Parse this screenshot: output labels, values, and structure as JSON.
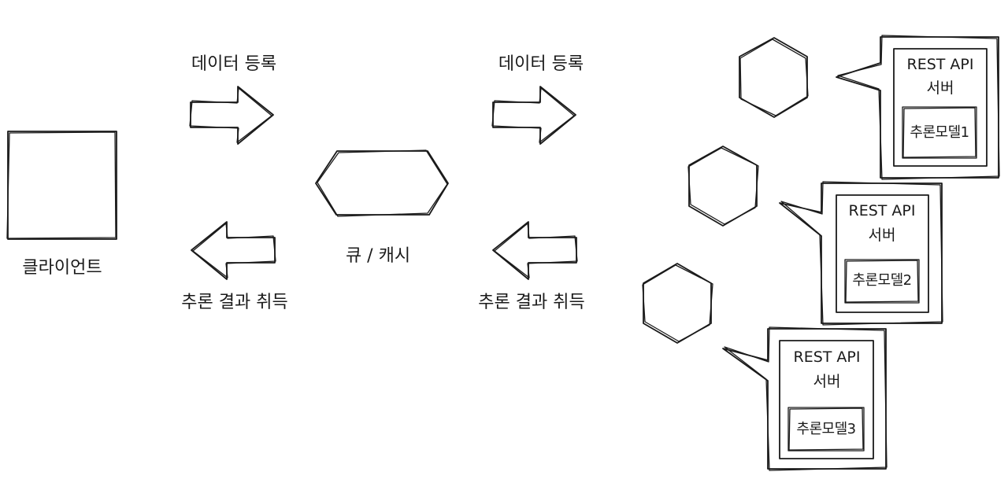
{
  "client": {
    "label": "클라이언트"
  },
  "queue": {
    "label": "큐 / 캐시"
  },
  "arrows": {
    "register_left": "데이터 등록",
    "register_right": "데이터 등록",
    "fetch_left": "추론 결과 취득",
    "fetch_right": "추론 결과 취득"
  },
  "servers": [
    {
      "title": "REST API",
      "subtitle": "서버",
      "model": "추론모델1"
    },
    {
      "title": "REST API",
      "subtitle": "서버",
      "model": "추론모델2"
    },
    {
      "title": "REST API",
      "subtitle": "서버",
      "model": "추론모델3"
    }
  ]
}
